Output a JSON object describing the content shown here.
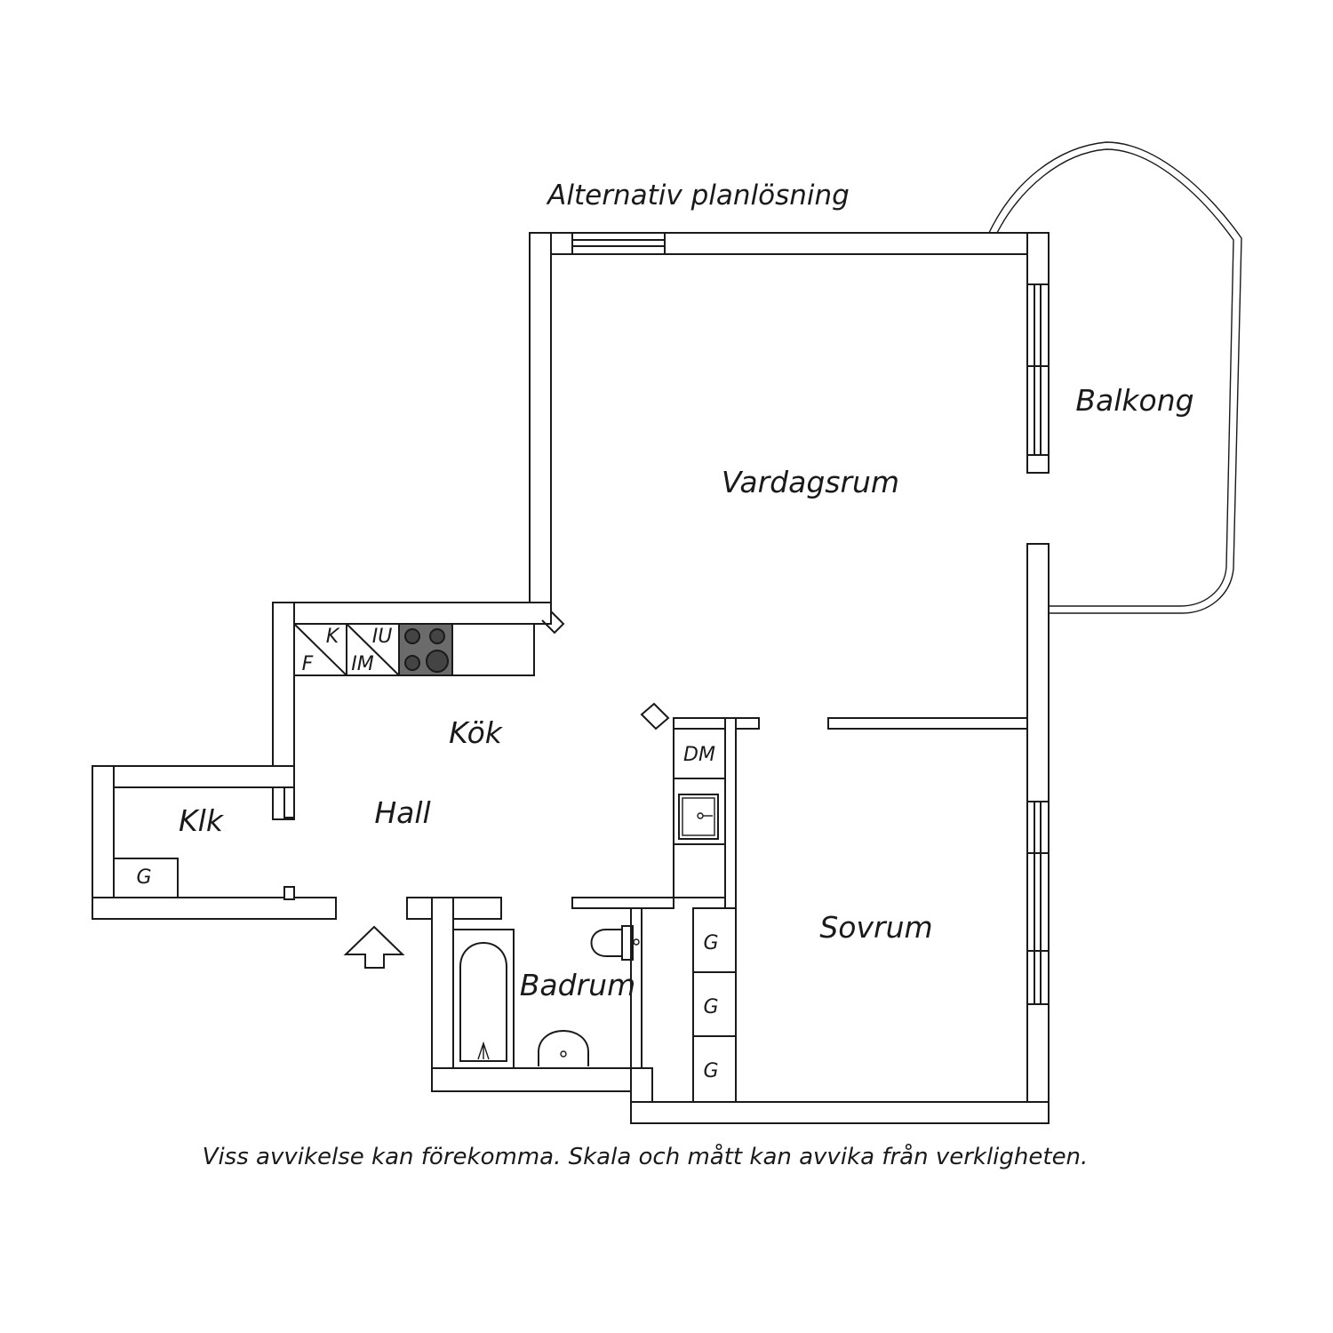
{
  "title": "Alternativ planlösning",
  "rooms": {
    "vardagsrum": "Vardagsrum",
    "balkong": "Balkong",
    "kok": "Kök",
    "hall": "Hall",
    "klk": "Klk",
    "badrum": "Badrum",
    "sovrum": "Sovrum"
  },
  "fixtures": {
    "kyl": "K",
    "frys": "F",
    "inbyggd_ugn": "IU",
    "inbyggd_mikro": "IM",
    "diskmaskin": "DM",
    "garderob": "G"
  },
  "disclaimer": "Viss avvikelse kan förekomma. Skala och mått kan avvika från verkligheten."
}
